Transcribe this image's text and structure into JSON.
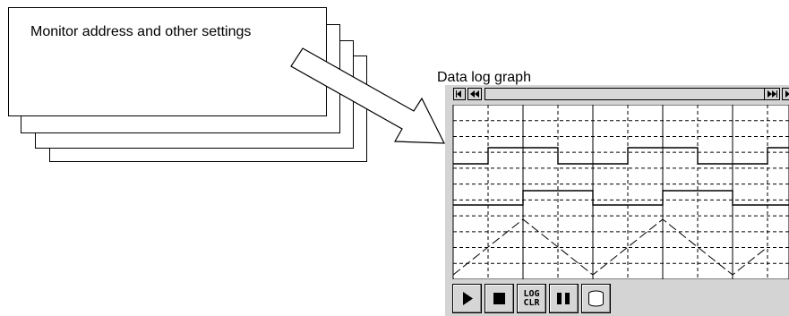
{
  "sheets": {
    "label": "Monitor address and other settings",
    "count": 4
  },
  "graph": {
    "title": "Data log graph"
  },
  "scrollbar": {
    "icons": [
      "scroll-left-icon",
      "scroll-fast-left-icon",
      "scroll-fast-right-icon",
      "scroll-right-icon"
    ]
  },
  "toolbar": {
    "buttons": [
      {
        "name": "start",
        "icon": "play-icon"
      },
      {
        "name": "stop",
        "icon": "stop-icon"
      },
      {
        "name": "log-clear",
        "icon": "log-clear-icon",
        "label_line1": "LOG",
        "label_line2": "CLR"
      },
      {
        "name": "pause",
        "icon": "pause-icon"
      },
      {
        "name": "save",
        "icon": "database-icon"
      }
    ]
  },
  "chart_data": {
    "type": "line",
    "grid": "dashed",
    "series": [
      {
        "values": [
          0,
          1,
          1,
          0,
          0,
          1,
          1,
          0,
          0,
          1
        ]
      },
      {
        "values": [
          0,
          0,
          1,
          1,
          0,
          0,
          1,
          1,
          0,
          0
        ]
      },
      {
        "values": [
          0,
          0.5,
          1,
          0.5,
          0,
          0.5,
          1,
          0.5,
          0,
          0.5
        ]
      }
    ],
    "x": [
      0,
      1,
      2,
      3,
      4,
      5,
      6,
      7,
      8,
      9
    ]
  },
  "colors": {
    "panel": "#d4d4d4",
    "plot_background": "#ffffff",
    "lines": "#000000"
  }
}
